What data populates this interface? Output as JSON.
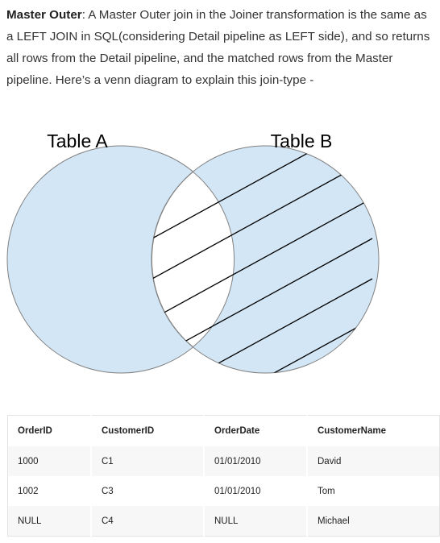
{
  "intro": {
    "term": "Master Outer",
    "text": ": A Master Outer join in the Joiner transformation is the same as a LEFT JOIN in SQL(considering Detail pipeline as LEFT side), and so returns all rows from the Detail pipeline, and the matched rows from the Master pipeline. Here’s a venn diagram to explain this join-type -"
  },
  "venn": {
    "label_a": "Table A",
    "label_b": "Table B",
    "fill_color": "#d3e6f5",
    "stroke_color": "#808080",
    "hatch_color": "#000000"
  },
  "table": {
    "headers": [
      "OrderID",
      "CustomerID",
      "OrderDate",
      "CustomerName"
    ],
    "rows": [
      [
        "1000",
        "C1",
        "01/01/2010",
        "David"
      ],
      [
        "1002",
        "C3",
        "01/01/2010",
        "Tom"
      ],
      [
        "NULL",
        "C4",
        "NULL",
        "Michael"
      ]
    ]
  }
}
